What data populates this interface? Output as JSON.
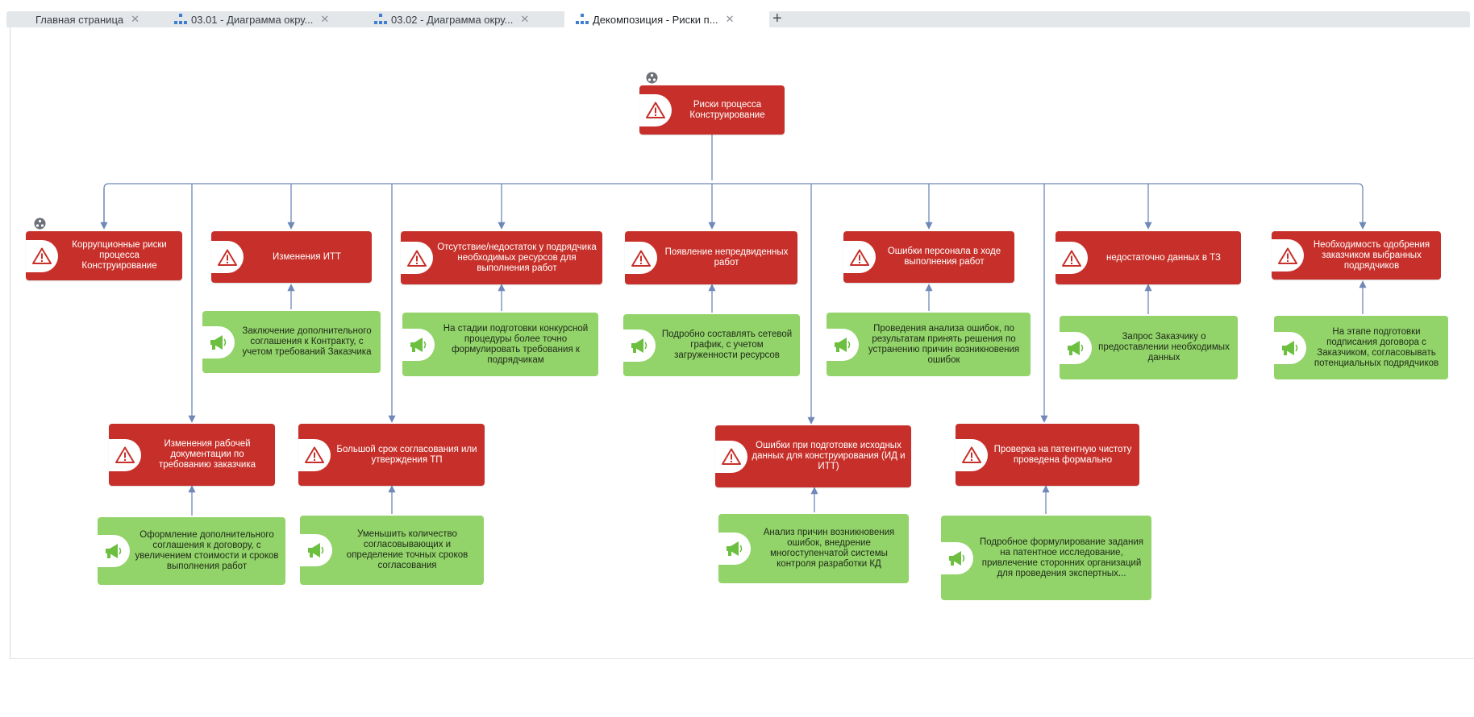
{
  "tabs": [
    {
      "label": "Главная страница",
      "icon": "",
      "active": false
    },
    {
      "label": "03.01 - Диаграмма окру...",
      "icon": "hierarchy-icon",
      "active": false
    },
    {
      "label": "03.02 - Диаграмма окру...",
      "icon": "hierarchy-icon",
      "active": false
    },
    {
      "label": "Декомпозиция - Риски п...",
      "icon": "hierarchy-icon",
      "active": true
    }
  ],
  "tab_close_glyph": "✕",
  "add_tab_glyph": "+",
  "colors": {
    "risk": "#c7302a",
    "measure": "#92d36a",
    "connector": "#6f88b8",
    "accent": "#3f7fd0"
  },
  "diagram": {
    "root": {
      "label": "Риски процесса Конструирование",
      "icon": "warning-icon"
    },
    "risks": [
      {
        "label": "Коррупционные риски процесса Конструирование",
        "icon": "warning-icon"
      },
      {
        "label": "Изменения ИТТ",
        "icon": "warning-icon"
      },
      {
        "label": "Отсутствие/недостаток у подрядчика необходимых ресурсов для выполнения работ",
        "icon": "warning-icon"
      },
      {
        "label": "Появление непредвиденных работ",
        "icon": "warning-icon"
      },
      {
        "label": "Ошибки персонала в ходе выполнения работ",
        "icon": "warning-icon"
      },
      {
        "label": "недостаточно данных в ТЗ",
        "icon": "warning-icon"
      },
      {
        "label": "Необходимость одобрения заказчиком выбранных подрядчиков",
        "icon": "warning-icon"
      },
      {
        "label": "Изменения рабочей документации по требованию заказчика",
        "icon": "warning-icon"
      },
      {
        "label": "Большой срок согласования или утверждения ТП",
        "icon": "warning-icon"
      },
      {
        "label": "Ошибки при подготовке исходных данных для конструирования (ИД и ИТТ)",
        "icon": "warning-icon"
      },
      {
        "label": "Проверка на патентную чистоту проведена формально",
        "icon": "warning-icon"
      }
    ],
    "measures": [
      {
        "label": "Заключение дополнительного соглашения к Контракту, с учетом требований Заказчика",
        "icon": "megaphone-icon"
      },
      {
        "label": "На стадии подготовки конкурсной процедуры более точно формулировать требования к подрядчикам",
        "icon": "megaphone-icon"
      },
      {
        "label": "Подробно составлять сетевой график, с учетом загруженности ресурсов",
        "icon": "megaphone-icon"
      },
      {
        "label": "Проведения анализа ошибок, по результатам принять решения по устранению причин возникновения ошибок",
        "icon": "megaphone-icon"
      },
      {
        "label": "Запрос Заказчику о предоставлении необходимых данных",
        "icon": "megaphone-icon"
      },
      {
        "label": "На этапе подготовки подписания договора с Заказчиком, согласовывать потенциальных подрядчиков",
        "icon": "megaphone-icon"
      },
      {
        "label": "Оформление дополнительного соглашения к договору, с увеличением стоимости и сроков выполнения работ",
        "icon": "megaphone-icon"
      },
      {
        "label": "Уменьшить количество согласовывающих и определение точных сроков согласования",
        "icon": "megaphone-icon"
      },
      {
        "label": "Анализ причин возникновения ошибок, внедрение многоступенчатой системы контроля разработки КД",
        "icon": "megaphone-icon"
      },
      {
        "label": "Подробное формулирование задания на патентное исследование, привлечение сторонних организаций для проведения экспертных...",
        "icon": "megaphone-icon"
      }
    ]
  }
}
